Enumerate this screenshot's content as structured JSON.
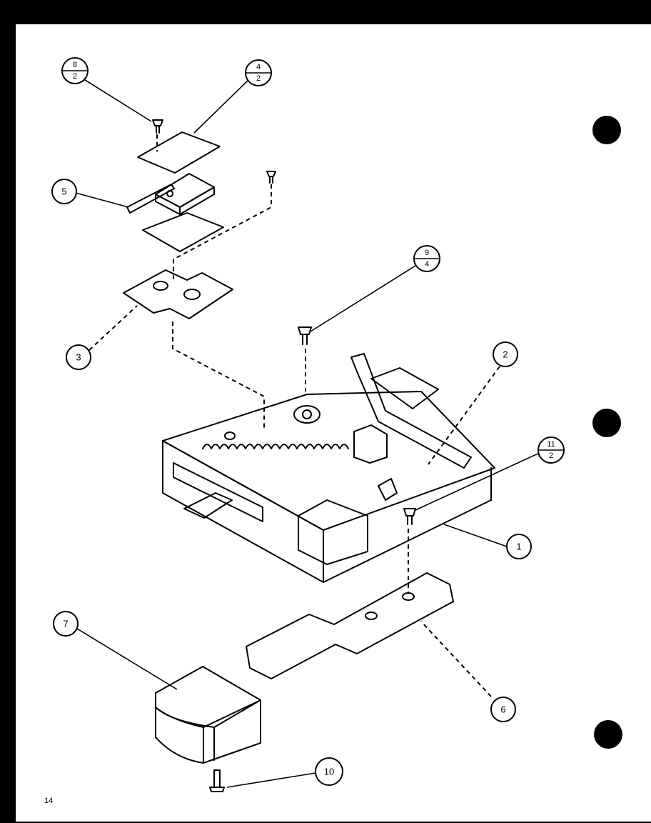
{
  "callouts": {
    "c1": "1",
    "c2": "2",
    "c3": "3",
    "c5": "5",
    "c6": "6",
    "c7": "7",
    "c10": "10",
    "f8": {
      "top": "8",
      "bottom": "2"
    },
    "f4": {
      "top": "4",
      "bottom": "2"
    },
    "f9": {
      "top": "9",
      "bottom": "4"
    },
    "f11": {
      "top": "11",
      "bottom": "2"
    }
  },
  "page_number": "14"
}
